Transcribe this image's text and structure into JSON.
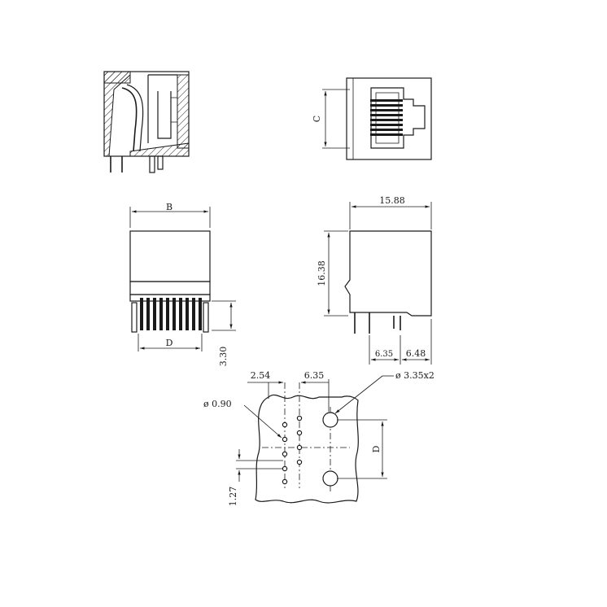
{
  "labels": {
    "front_width": "B",
    "pin_span": "D",
    "hole_spacing": "D",
    "side_height_label": "C",
    "body_depth": "15.88",
    "body_height": "16.38",
    "pin_length": "3.30",
    "pin_offset_front": "6.35",
    "pin_offset_rear": "6.48",
    "pitch_x": "2.54",
    "pitch_x2": "6.35",
    "mount_hole": "ø 3.35x2",
    "pin_hole": "ø 0.90",
    "pitch_y": "1.27"
  }
}
